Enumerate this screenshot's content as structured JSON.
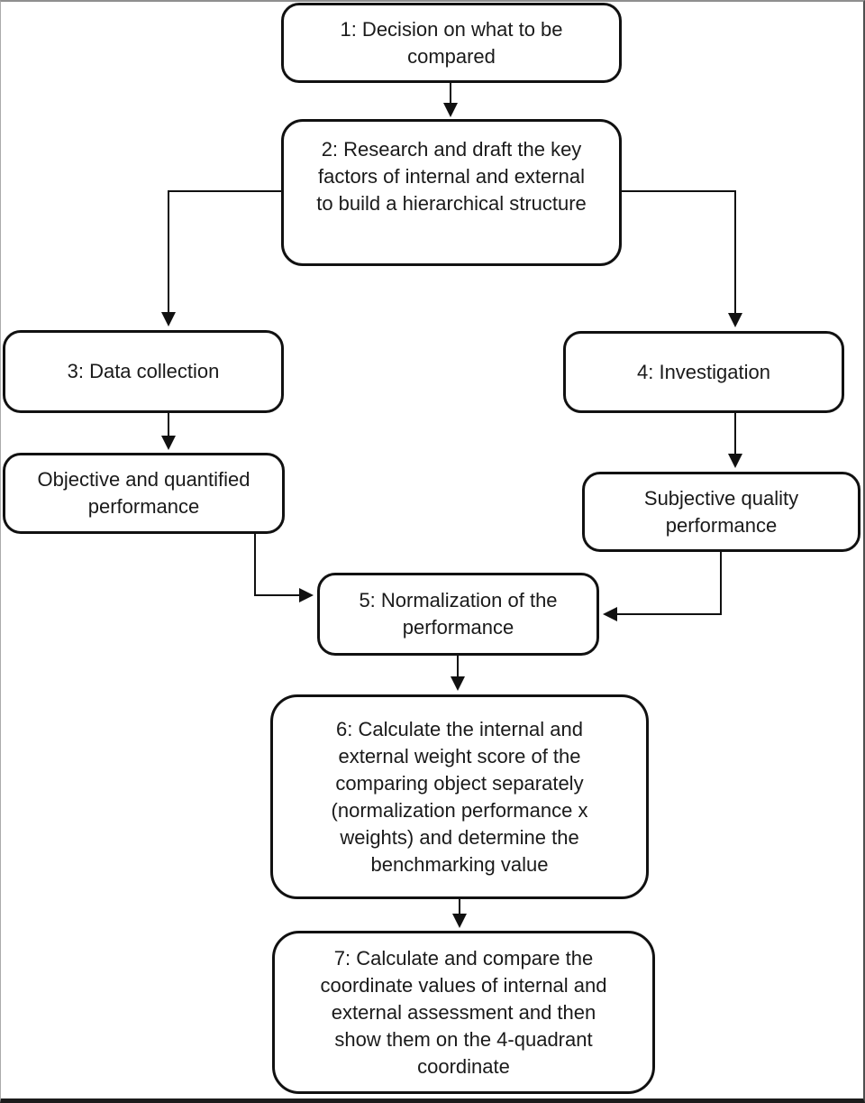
{
  "diagram": {
    "background_color": "#ffffff",
    "box_fill_color": "#ffffff",
    "box_border_color": "#111111",
    "line_color": "#111111",
    "text_color": "#1a1a1a",
    "nodes": {
      "step1": {
        "text": "1: Decision on what to be\ncompared"
      },
      "step2": {
        "text": "2: Research and draft the key\nfactors of internal and external\nto build a hierarchical structure"
      },
      "step3": {
        "text": "3: Data collection"
      },
      "step4": {
        "text": "4: Investigation"
      },
      "objective": {
        "text": "Objective and quantified\nperformance"
      },
      "subjective": {
        "text": "Subjective quality\nperformance"
      },
      "step5": {
        "text": "5: Normalization of the\nperformance"
      },
      "step6": {
        "text": "6: Calculate the internal and\nexternal weight score of the\ncomparing object separately\n(normalization performance x\nweights) and determine the\nbenchmarking value"
      },
      "step7": {
        "text": "7: Calculate and compare the\ncoordinate values of internal and\nexternal assessment and then\nshow them on the 4-quadrant\ncoordinate"
      }
    },
    "edges": [
      {
        "from": "step1",
        "to": "step2"
      },
      {
        "from": "step2",
        "to": "step3"
      },
      {
        "from": "step2",
        "to": "step4"
      },
      {
        "from": "step3",
        "to": "objective"
      },
      {
        "from": "step4",
        "to": "subjective"
      },
      {
        "from": "objective",
        "to": "step5"
      },
      {
        "from": "subjective",
        "to": "step5"
      },
      {
        "from": "step5",
        "to": "step6"
      },
      {
        "from": "step6",
        "to": "step7"
      }
    ]
  }
}
